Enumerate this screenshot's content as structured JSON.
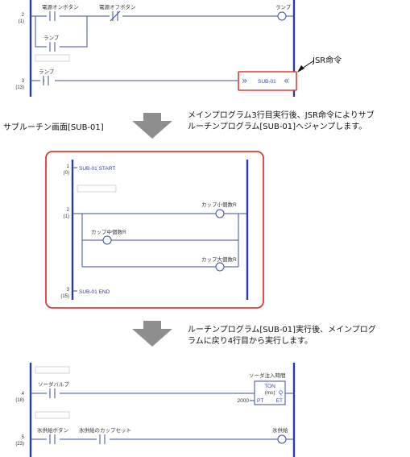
{
  "main1": {
    "rung2": {
      "num": "2",
      "step": "(1)",
      "c1": "電源オンボタン",
      "c2": "電源オフボタン",
      "coil": "ランプ",
      "c3": "ランプ"
    },
    "rung3": {
      "num": "3",
      "step": "(13)",
      "c1": "ランプ",
      "jsr": "SUB-01"
    },
    "callout": "JSR命令"
  },
  "arrow1": {
    "left": "サブルーチン画面[SUB-01]",
    "right1": "メインプログラム3行目実行後、JSR命令によりサブ",
    "right2": "ルーチンプログラム[SUB-01]へジャンプします。"
  },
  "sub": {
    "r1": {
      "num": "1",
      "step": "(0)",
      "label": "SUB-01 START"
    },
    "r2": {
      "num": "2",
      "step": "(1)",
      "coil1": "カップ小個数R",
      "coil2": "カップ中個数R",
      "coil3": "カップ大個数R"
    },
    "r3": {
      "num": "3",
      "step": "(15)",
      "label": "SUB-01 END"
    }
  },
  "arrow2": {
    "line1": "ルーチンプログラム[SUB-01]実行後、メインプログ",
    "line2": "ラムに戻り4行目から実行します。"
  },
  "main2": {
    "rung4": {
      "num": "4",
      "step": "(18)",
      "c1": "ソーダバルブ",
      "timer_title": "ソーダ注入時間",
      "timer_type": "TON",
      "timer_unit": "(ms)",
      "timer_q": "Q",
      "timer_pt": "PT",
      "timer_et": "ET",
      "preset": "2000"
    },
    "rung5": {
      "num": "5",
      "step": "(23)",
      "c1": "氷供給ボタン",
      "c2": "氷供給のカップセット",
      "coil": "氷供給"
    }
  },
  "colors": {
    "rail": "#2a3ca8",
    "wire": "#3b4f9a",
    "callout": "#e53935",
    "arrow": "#8e8e8e"
  }
}
